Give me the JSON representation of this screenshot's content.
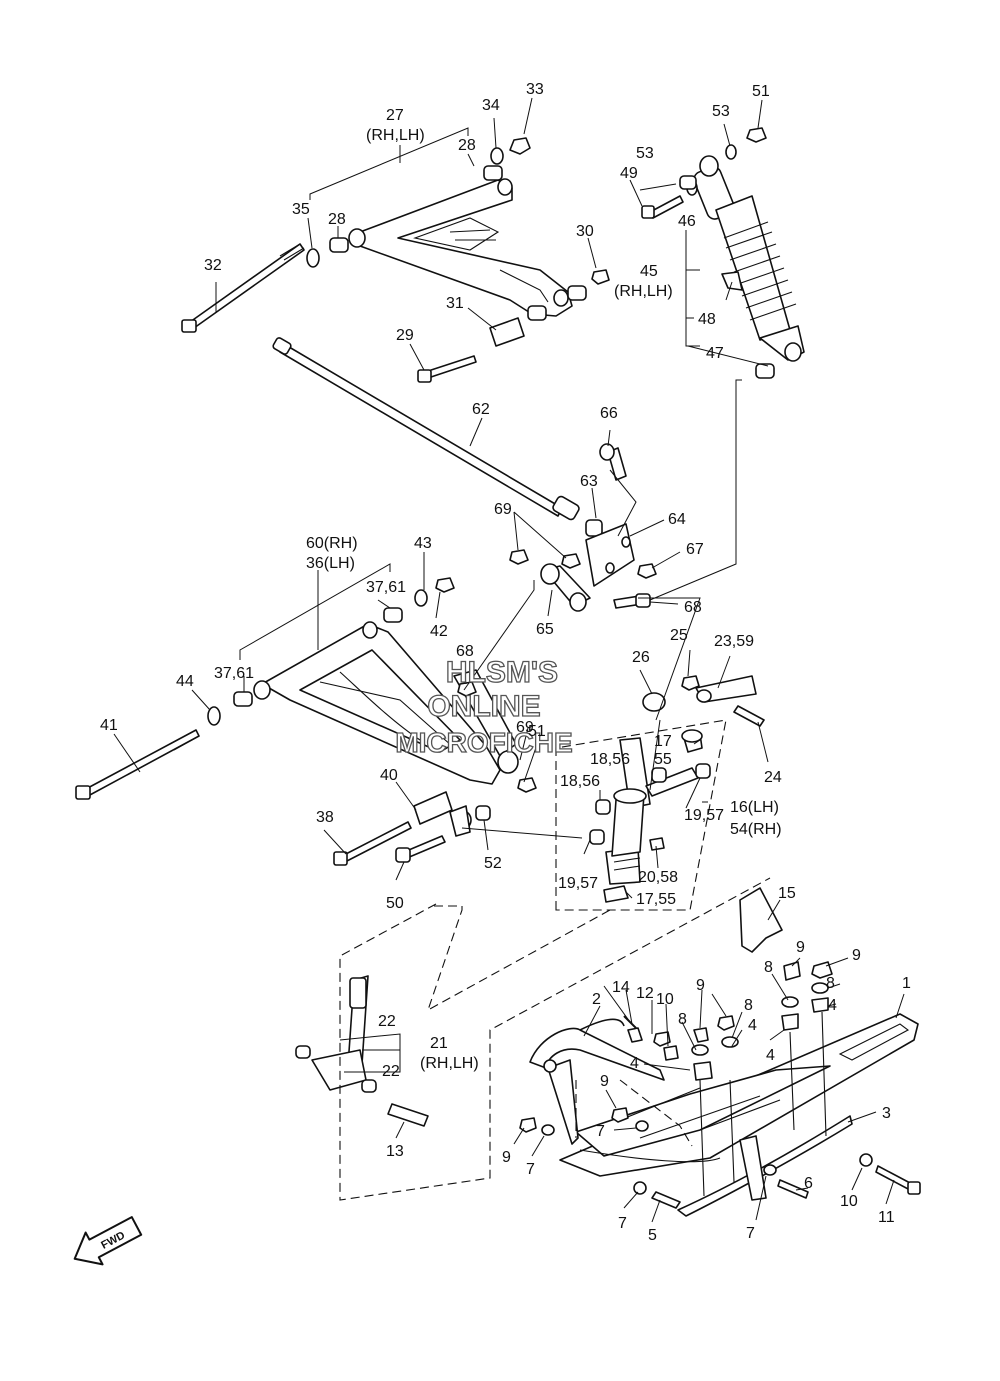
{
  "watermark": {
    "line1": "HLSM'S",
    "line2": "ONLINE",
    "line3": "MICROFICHE"
  },
  "fwd_label": "FWD",
  "labels": {
    "l1": "1",
    "l2": "2",
    "l3": "3",
    "l4a": "4",
    "l4b": "4",
    "l4c": "4",
    "l4d": "4",
    "l5": "5",
    "l6": "6",
    "l7a": "7",
    "l7b": "7",
    "l7c": "7",
    "l7d": "7",
    "l8a": "8",
    "l8b": "8",
    "l8c": "8",
    "l8d": "8",
    "l9a": "9",
    "l9b": "9",
    "l9c": "9",
    "l9d": "9",
    "l9e": "9",
    "l10a": "10",
    "l10b": "10",
    "l11": "11",
    "l12": "12",
    "l13": "13",
    "l14": "14",
    "l15": "15",
    "l16": "16(LH)",
    "l54": "54(RH)",
    "l17a": "17",
    "l17b": "17,55",
    "l55": "55",
    "l18a": "18,56",
    "l18b": "18,56",
    "l19a": "19,57",
    "l19b": "19,57",
    "l20": "20,58",
    "l21": "21",
    "l21rh": "(RH,LH)",
    "l22a": "22",
    "l22b": "22",
    "l23": "23,59",
    "l24": "24",
    "l25": "25",
    "l26": "26",
    "l27": "27",
    "l27rh": "(RH,LH)",
    "l28a": "28",
    "l28b": "28",
    "l29": "29",
    "l30": "30",
    "l31": "31",
    "l32": "32",
    "l33": "33",
    "l34": "34",
    "l35": "35",
    "l37a": "37,61",
    "l37b": "37,61",
    "l38": "38",
    "l40": "40",
    "l41": "41",
    "l42": "42",
    "l43": "43",
    "l44": "44",
    "l45": "45",
    "l45rh": "(RH,LH)",
    "l46": "46",
    "l47": "47",
    "l48": "48",
    "l49": "49",
    "l50": "50",
    "l51a": "51",
    "l51b": "51",
    "l52": "52",
    "l53a": "53",
    "l53b": "53",
    "l60": "60(RH)",
    "l36": "36(LH)",
    "l62": "62",
    "l63": "63",
    "l64": "64",
    "l65": "65",
    "l66": "66",
    "l67": "67",
    "l68a": "68",
    "l68b": "68",
    "l69a": "69",
    "l69b": "69"
  }
}
